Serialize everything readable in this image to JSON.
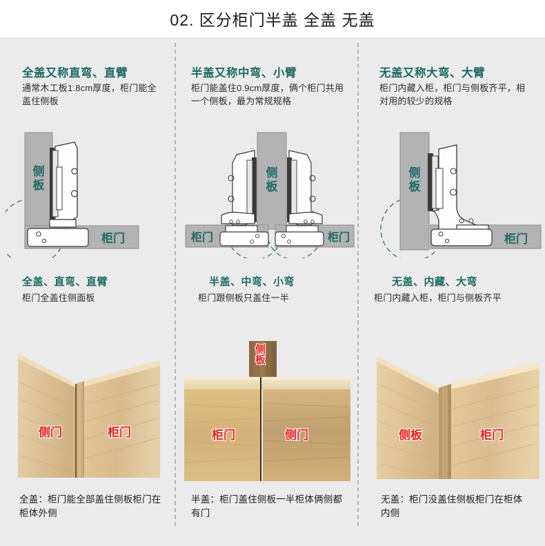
{
  "title": "02. 区分柜门半盖 全盖 无盖",
  "columns": [
    {
      "heading": "全盖又称直弯、直臂",
      "intro": "通常木工板1.8cm厚度，柜门能全盖住侧板",
      "diagram": {
        "side_panel_label": "侧板",
        "door_labels": [
          "柜门"
        ]
      },
      "sub_heading": "全盖、直弯、直臂",
      "sub_text": "柜门全盖住侧面板",
      "photo_labels": [
        "侧门",
        "柜门"
      ],
      "footer": "全盖：柜门能全部盖住侧板柜门在柜体外侧"
    },
    {
      "heading": "半盖又称中弯、小臂",
      "intro": "柜门能盖住0.9cm厚度，俩个柜门共用一个侧板，最为常规规格",
      "diagram": {
        "side_panel_label": "侧板",
        "door_labels": [
          "柜门",
          "柜门"
        ]
      },
      "sub_heading": "半盖、中弯、小弯",
      "sub_text": "柜门跟侧板只盖住一半",
      "photo_labels": [
        "侧板",
        "柜门",
        "侧门"
      ],
      "footer": "半盖：柜门盖住侧板一半柜体俩侧都有门"
    },
    {
      "heading": "无盖又称大弯、大臂",
      "intro": "柜门内藏入柜，柜门与侧板齐平，相对用的较少的规格",
      "diagram": {
        "side_panel_label": "侧板",
        "door_labels": [
          "柜门"
        ]
      },
      "sub_heading": "无盖、内藏、大弯",
      "sub_text": "柜门内藏入柜，柜门与侧板齐平",
      "photo_labels": [
        "侧板",
        "柜门"
      ],
      "footer": "无盖：柜门没盖住侧板柜门在柜体内侧"
    }
  ],
  "colors": {
    "background": "#ebebeb",
    "heading_teal": "#1d6a62",
    "label_red": "#ef1b1b",
    "panel_gray": "#b3b3b3",
    "dashed_circle": "#2f7f72",
    "separator": "#b5b5b5"
  }
}
